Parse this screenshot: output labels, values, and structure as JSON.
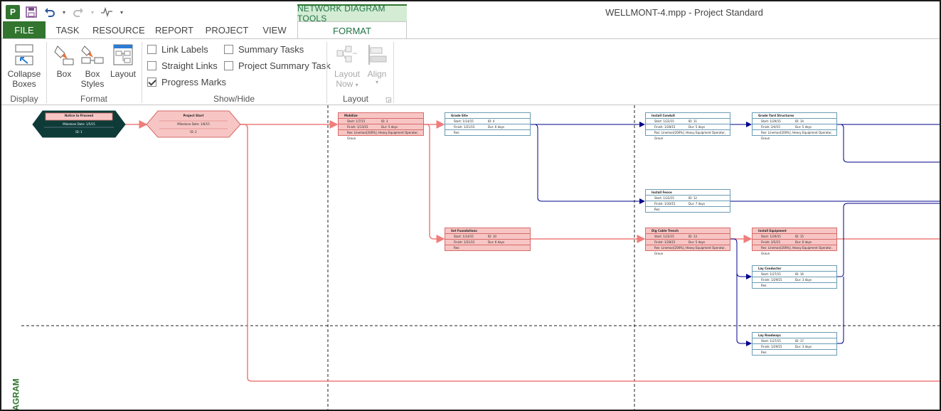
{
  "titlebar": {
    "app_icon": "P",
    "tools_band": "NETWORK DIAGRAM TOOLS",
    "document_title": "WELLMONT-4.mpp - Project Standard"
  },
  "tabs": [
    {
      "label": "FILE"
    },
    {
      "label": "TASK"
    },
    {
      "label": "RESOURCE"
    },
    {
      "label": "REPORT"
    },
    {
      "label": "PROJECT"
    },
    {
      "label": "VIEW"
    },
    {
      "label": "FORMAT"
    }
  ],
  "ribbon": {
    "display": {
      "collapse_line1": "Collapse",
      "collapse_line2": "Boxes",
      "group_label": "Display"
    },
    "format": {
      "box": "Box",
      "box_styles_line1": "Box",
      "box_styles_line2": "Styles",
      "layout": "Layout",
      "group_label": "Format"
    },
    "showhide": {
      "link_labels": "Link Labels",
      "straight_links": "Straight Links",
      "progress_marks": "Progress Marks",
      "summary_tasks": "Summary Tasks",
      "project_summary_task": "Project Summary Task",
      "group_label": "Show/Hide"
    },
    "layout": {
      "layout_now_line1": "Layout",
      "layout_now_line2": "Now",
      "align": "Align",
      "group_label": "Layout"
    }
  },
  "diagram": {
    "side_label": "DIAGRAM",
    "milestones": [
      {
        "name": "Notice to Proceed",
        "line1": "Milestone Date: 1/5/15",
        "line2": "ID: 1"
      },
      {
        "name": "Project Start",
        "line1": "Milestone Date: 1/6/15",
        "line2": "ID: 2"
      }
    ],
    "nodes": [
      {
        "name": "Mobilize",
        "start": "Start: 1/7/15",
        "id": "ID: 3",
        "finish": "Finish: 1/13/15",
        "dur": "Dur: 5 days",
        "res": "Res: Lineman[200%], Heavy Equipment Operator, Groun"
      },
      {
        "name": "Grade Site",
        "start": "Start: 1/14/15",
        "id": "ID: 4",
        "finish": "Finish: 1/21/15",
        "dur": "Dur: 6 days",
        "res": "Res:"
      },
      {
        "name": "Install Conduit",
        "start": "Start: 1/22/15",
        "id": "ID: 11",
        "finish": "Finish: 1/28/15",
        "dur": "Dur: 5 days",
        "res": "Res: Lineman[200%], Heavy Equipment Operator, Groun"
      },
      {
        "name": "Grade Yard Structures",
        "start": "Start: 1/29/15",
        "id": "ID: 14",
        "finish": "Finish: 2/4/15",
        "dur": "Dur: 5 days",
        "res": "Res: Lineman[200%], Heavy Equipment Operator, Groun"
      },
      {
        "name": "Install Fence",
        "start": "Start: 1/22/15",
        "id": "ID: 12",
        "finish": "Finish: 1/30/15",
        "dur": "Dur: 7 days",
        "res": "Res:"
      },
      {
        "name": "Set Foundations",
        "start": "Start: 1/14/15",
        "id": "ID: 10",
        "finish": "Finish: 1/21/15",
        "dur": "Dur: 6 days",
        "res": "Res:"
      },
      {
        "name": "Dig Cable Trench",
        "start": "Start: 1/22/15",
        "id": "ID: 13",
        "finish": "Finish: 1/28/15",
        "dur": "Dur: 5 days",
        "res": "Res: Lineman[200%], Heavy Equipment Operator, Groun"
      },
      {
        "name": "Install Equipment",
        "start": "Start: 1/29/15",
        "id": "ID: 15",
        "finish": "Finish: 2/5/15",
        "dur": "Dur: 6 days",
        "res": "Res: Lineman[200%], Heavy Equipment Operator, Groun"
      },
      {
        "name": "Lay Conductor",
        "start": "Start: 1/27/15",
        "id": "ID: 16",
        "finish": "Finish: 1/29/15",
        "dur": "Dur: 3 days",
        "res": "Res:"
      },
      {
        "name": "Lay Roadways",
        "start": "Start: 1/27/15",
        "id": "ID: 17",
        "finish": "Finish: 1/29/15",
        "dur": "Dur: 3 days",
        "res": "Res:"
      }
    ]
  },
  "colors": {
    "brand": "#31752f",
    "critical_fill": "#f7c6c4",
    "critical_line": "#ef7d7b",
    "normal_line": "#00008b"
  }
}
